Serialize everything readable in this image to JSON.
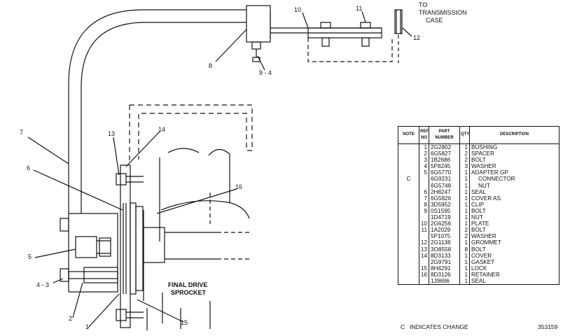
{
  "labels": {
    "to_transmission": "TO",
    "to_transmission_2": "TRANSMISSION",
    "to_transmission_3": "CASE",
    "final_drive": "FINAL DRIVE",
    "sprocket": "SPROCKET"
  },
  "callouts": {
    "c1": "1",
    "c2": "2",
    "c4_3": "4 - 3",
    "c5": "5",
    "c6": "6",
    "c7": "7",
    "c8": "8",
    "c9_4": "9 - 4",
    "c10": "10",
    "c11": "11",
    "c12": "12",
    "c13": "13",
    "c14": "14",
    "c15": "15",
    "c16": "16"
  },
  "table": {
    "headers": {
      "note": "NOTE",
      "ref": "REF NO",
      "part": "PART NUMBER",
      "qty": "QTY",
      "desc": "DESCRIPTION"
    },
    "rows": [
      {
        "note": "",
        "ref": "1",
        "part": "2G2802",
        "qty": "1",
        "desc": "BUSHING"
      },
      {
        "note": "",
        "ref": "2",
        "part": "6G5827",
        "qty": "2",
        "desc": "SPACER"
      },
      {
        "note": "",
        "ref": "3",
        "part": "1B2686",
        "qty": "2",
        "desc": "BOLT"
      },
      {
        "note": "",
        "ref": "4",
        "part": "5P8245",
        "qty": "3",
        "desc": "WASHER"
      },
      {
        "note": "",
        "ref": "5",
        "part": "6G5770",
        "qty": "1",
        "desc": "ADAPTER GP."
      },
      {
        "note": "C",
        "ref": "",
        "part": "6G9231",
        "qty": "1",
        "desc": "CONNECTOR"
      },
      {
        "note": "",
        "ref": "",
        "part": "6G5748",
        "qty": "1",
        "desc": "NUT"
      },
      {
        "note": "",
        "ref": "6",
        "part": "2H8247",
        "qty": "1",
        "desc": "SEAL"
      },
      {
        "note": "",
        "ref": "7",
        "part": "6G5826",
        "qty": "1",
        "desc": "COVER AS."
      },
      {
        "note": "",
        "ref": "8",
        "part": "3D5952",
        "qty": "1",
        "desc": "CLIP"
      },
      {
        "note": "",
        "ref": "9",
        "part": "0S1595",
        "qty": "1",
        "desc": "BOLT"
      },
      {
        "note": "",
        "ref": "",
        "part": "1D4719",
        "qty": "1",
        "desc": "NUT"
      },
      {
        "note": "",
        "ref": "10",
        "part": "2G6256",
        "qty": "1",
        "desc": "PLATE"
      },
      {
        "note": "",
        "ref": "11",
        "part": "1A2029",
        "qty": "2",
        "desc": "BOLT"
      },
      {
        "note": "",
        "ref": "",
        "part": "5P1075",
        "qty": "2",
        "desc": "WASHER"
      },
      {
        "note": "",
        "ref": "12",
        "part": "2G1138",
        "qty": "1",
        "desc": "GROMMET"
      },
      {
        "note": "",
        "ref": "13",
        "part": "3O8558",
        "qty": "8",
        "desc": "BOLT"
      },
      {
        "note": "",
        "ref": "14",
        "part": "8D3133",
        "qty": "1",
        "desc": "COVER"
      },
      {
        "note": "",
        "ref": "",
        "part": "2G9791",
        "qty": "1",
        "desc": "GASKET"
      },
      {
        "note": "",
        "ref": "15",
        "part": "8H4291",
        "qty": "1",
        "desc": "LOCK"
      },
      {
        "note": "",
        "ref": "16",
        "part": "8D3126",
        "qty": "1",
        "desc": "RETAINER"
      },
      {
        "note": "",
        "ref": "",
        "part": "1J9696",
        "qty": "1",
        "desc": "SEAL"
      }
    ]
  },
  "footnote": "C   INDICATES CHANGE",
  "drawing_number": "353159"
}
